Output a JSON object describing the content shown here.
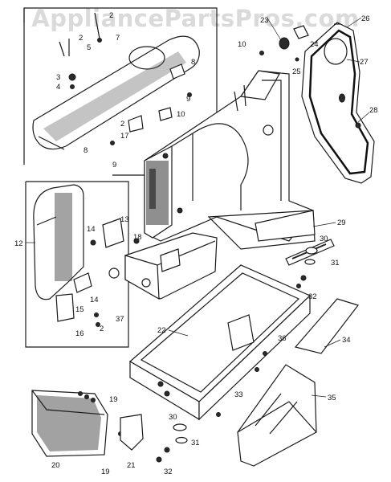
{
  "watermark": "AppliancePartsPros.com",
  "callouts": [
    {
      "id": "c2a",
      "text": "2"
    },
    {
      "id": "c2b",
      "text": "2"
    },
    {
      "id": "c7",
      "text": "7"
    },
    {
      "id": "c5",
      "text": "5"
    },
    {
      "id": "c3",
      "text": "3"
    },
    {
      "id": "c4",
      "text": "4"
    },
    {
      "id": "c8a",
      "text": "8"
    },
    {
      "id": "c9a",
      "text": "9"
    },
    {
      "id": "c10a",
      "text": "10"
    },
    {
      "id": "c2c",
      "text": "2"
    },
    {
      "id": "c17",
      "text": "17"
    },
    {
      "id": "c8b",
      "text": "8"
    },
    {
      "id": "c9b",
      "text": "9"
    },
    {
      "id": "c23",
      "text": "23"
    },
    {
      "id": "c26",
      "text": "26"
    },
    {
      "id": "c10b",
      "text": "10"
    },
    {
      "id": "c24",
      "text": "24"
    },
    {
      "id": "c25",
      "text": "25"
    },
    {
      "id": "c27",
      "text": "27"
    },
    {
      "id": "c28",
      "text": "28"
    },
    {
      "id": "c12",
      "text": "12"
    },
    {
      "id": "c13",
      "text": "13"
    },
    {
      "id": "c14a",
      "text": "14"
    },
    {
      "id": "c18",
      "text": "18"
    },
    {
      "id": "c29",
      "text": "29"
    },
    {
      "id": "c30a",
      "text": "30"
    },
    {
      "id": "c31a",
      "text": "31"
    },
    {
      "id": "c32a",
      "text": "32"
    },
    {
      "id": "c37",
      "text": "37"
    },
    {
      "id": "c14b",
      "text": "14"
    },
    {
      "id": "c15",
      "text": "15"
    },
    {
      "id": "c16",
      "text": "16"
    },
    {
      "id": "c2d",
      "text": "2"
    },
    {
      "id": "c22",
      "text": "22"
    },
    {
      "id": "c36",
      "text": "36"
    },
    {
      "id": "c34",
      "text": "34"
    },
    {
      "id": "c33",
      "text": "33"
    },
    {
      "id": "c35",
      "text": "35"
    },
    {
      "id": "c19a",
      "text": "19"
    },
    {
      "id": "c20",
      "text": "20"
    },
    {
      "id": "c30b",
      "text": "30"
    },
    {
      "id": "c31b",
      "text": "31"
    },
    {
      "id": "c19b",
      "text": "19"
    },
    {
      "id": "c21",
      "text": "21"
    },
    {
      "id": "c32b",
      "text": "32"
    }
  ]
}
